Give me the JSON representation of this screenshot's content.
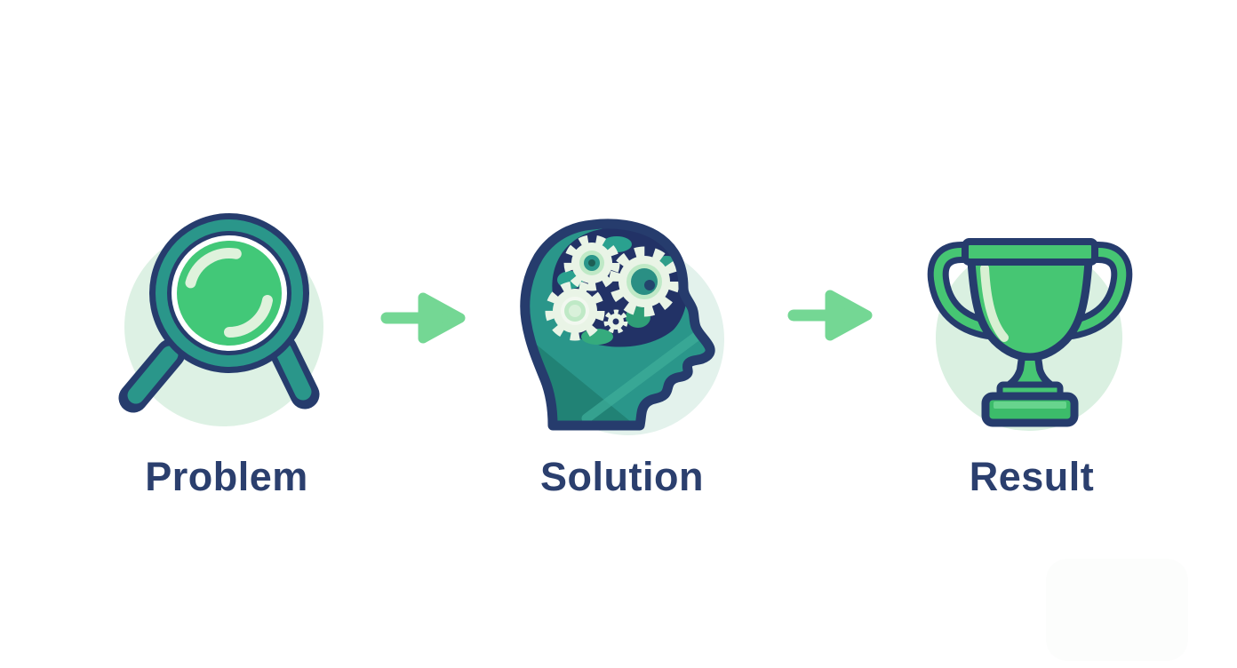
{
  "stages": [
    {
      "label": "Problem",
      "icon": "magnifying-glass-icon"
    },
    {
      "label": "Solution",
      "icon": "head-with-gears-icon"
    },
    {
      "label": "Result",
      "icon": "trophy-icon"
    }
  ],
  "arrows": [
    {
      "direction": "right"
    },
    {
      "direction": "right"
    }
  ],
  "colors": {
    "background": "#ffffff",
    "label_text": "#2b3f6e",
    "outline_navy": "#263c6d",
    "teal": "#2a968a",
    "teal_dark": "#1d7468",
    "lens_green": "#42c878",
    "trophy_green": "#46c673",
    "arrow_green": "#74d794",
    "halo_green": "#ddf1e4",
    "gear_cream": "#e9f4e6",
    "gear_light_green": "#bfe9c6",
    "highlight": "#dff2dc",
    "brain_navy": "#223266"
  }
}
